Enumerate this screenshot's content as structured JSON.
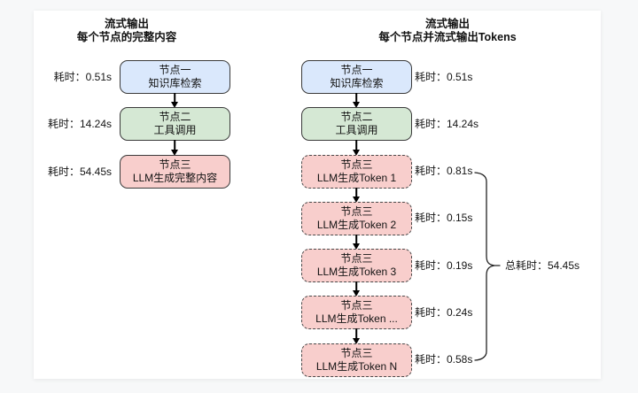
{
  "colors": {
    "page_background": "#f7f8f9",
    "card_background": "#ffffff",
    "node_blue_fill": "#dae8fc",
    "node_green_fill": "#d5e8d4",
    "node_pink_fill": "#f8cecc",
    "node_border": "#3a3a3a",
    "arrow_color": "#000000",
    "text_color": "#141414"
  },
  "left_diagram": {
    "title_line1": "流式输出",
    "title_line2": "每个节点的完整内容",
    "nodes": [
      {
        "line1": "节点一",
        "line2": "知识库检索",
        "color": "blue",
        "border": "solid",
        "time_label": "耗时：0.51s"
      },
      {
        "line1": "节点二",
        "line2": "工具调用",
        "color": "green",
        "border": "solid",
        "time_label": "耗时：14.24s"
      },
      {
        "line1": "节点三",
        "line2": "LLM生成完整内容",
        "color": "pink",
        "border": "solid",
        "time_label": "耗时：54.45s"
      }
    ]
  },
  "right_diagram": {
    "title_line1": "流式输出",
    "title_line2": "每个节点并流式输出Tokens",
    "nodes": [
      {
        "line1": "节点一",
        "line2": "知识库检索",
        "color": "blue",
        "border": "solid",
        "time_label": "耗时：0.51s"
      },
      {
        "line1": "节点二",
        "line2": "工具调用",
        "color": "green",
        "border": "solid",
        "time_label": "耗时：14.24s"
      },
      {
        "line1": "节点三",
        "line2": "LLM生成Token 1",
        "color": "pink",
        "border": "dashed",
        "time_label": "耗时：0.81s"
      },
      {
        "line1": "节点三",
        "line2": "LLM生成Token 2",
        "color": "pink",
        "border": "dashed",
        "time_label": "耗时：0.15s"
      },
      {
        "line1": "节点三",
        "line2": "LLM生成Token 3",
        "color": "pink",
        "border": "dashed",
        "time_label": "耗时：0.19s"
      },
      {
        "line1": "节点三",
        "line2": "LLM生成Token ...",
        "color": "pink",
        "border": "dashed",
        "time_label": "耗时：0.24s"
      },
      {
        "line1": "节点三",
        "line2": "LLM生成Token N",
        "color": "pink",
        "border": "dashed",
        "time_label": "耗时：0.58s"
      }
    ],
    "total_label": "总耗时：54.45s"
  }
}
